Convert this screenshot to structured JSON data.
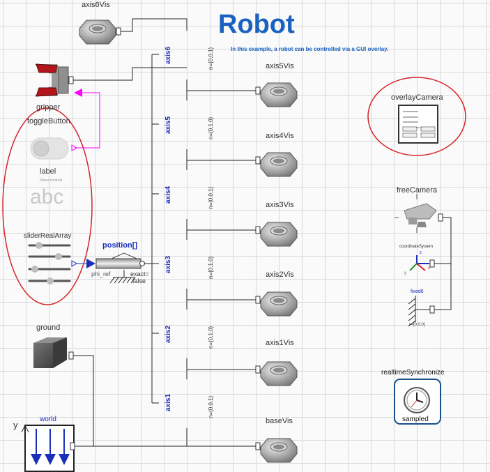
{
  "title": "Robot",
  "subtitle": "In this example, a robot can be controlled via a GUI overlay.",
  "components": {
    "axis6Vis": "axis6Vis",
    "axis5Vis": "axis5Vis",
    "axis4Vis": "axis4Vis",
    "axis3Vis": "axis3Vis",
    "axis2Vis": "axis2Vis",
    "axis1Vis": "axis1Vis",
    "baseVis": "baseVis",
    "gripper": "gripper",
    "toggleButton": "toggleButton",
    "label": "label",
    "label_sub": "Robot controls",
    "label_abc": "abc",
    "sliderRealArray": "sliderRealArray",
    "position": "position[]",
    "phi_ref": "phi_ref",
    "exact": "exact=",
    "exact_value": "false",
    "ground": "ground",
    "world": "world",
    "world_y": "y",
    "overlayCamera": "overlayCamera",
    "overlay_btn": "Button",
    "freeCamera": "freeCamera",
    "coordinateSystem": "coordinateSystem",
    "coord_x": "x",
    "coord_y": "y",
    "coord_z": "z",
    "fixed6": "fixed6",
    "fixed6_r": "r={0,0,0}",
    "realtimeSynchronize": "realtimeSynchronize",
    "sampled": "sampled"
  },
  "axes": [
    {
      "name": "axis6",
      "n": "n={0,0,1}"
    },
    {
      "name": "axis5",
      "n": "n={0,1,0}"
    },
    {
      "name": "axis4",
      "n": "n={0,0,1}"
    },
    {
      "name": "axis3",
      "n": "n={0,1,0}"
    },
    {
      "name": "axis2",
      "n": "n={0,1,0}"
    },
    {
      "name": "axis1",
      "n": "n={0,0,1}"
    }
  ],
  "colors": {
    "title": "#1a62c0",
    "axis_label": "#1c2fb8",
    "highlight_circle": "#d4252b",
    "gripper_red": "#b3151b",
    "signal_magenta": "#ff00ff",
    "signal_blue": "#1c2fb8",
    "sync_frame": "#1a4f8a"
  },
  "icons": [
    "hex-nut-icon",
    "gripper-icon",
    "toggle-switch-icon",
    "slider-icon",
    "cube-icon",
    "world-arrows-icon",
    "camera-icon",
    "clock-icon",
    "gui-window-icon"
  ]
}
